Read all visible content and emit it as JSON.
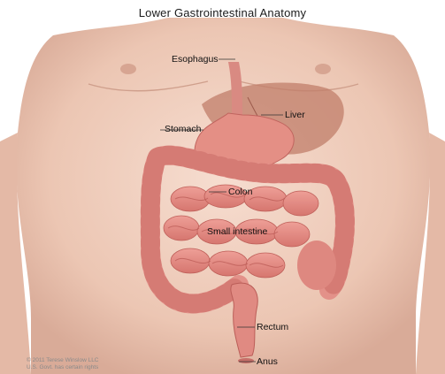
{
  "title": "Lower Gastrointestinal Anatomy",
  "labels": {
    "esophagus": "Esophagus",
    "liver": "Liver",
    "stomach": "Stomach",
    "colon": "Colon",
    "small_intestine": "Small intestine",
    "rectum": "Rectum",
    "anus": "Anus"
  },
  "credit": {
    "line1": "© 2011 Terese Winslow LLC",
    "line2": "U.S. Govt. has certain rights"
  },
  "colors": {
    "skin": "#efcfbf",
    "skin_shadow": "#d9ab98",
    "organ_pink": "#e7938c",
    "organ_dark": "#c4605d",
    "liver": "#b8705f",
    "leader": "#333333"
  }
}
